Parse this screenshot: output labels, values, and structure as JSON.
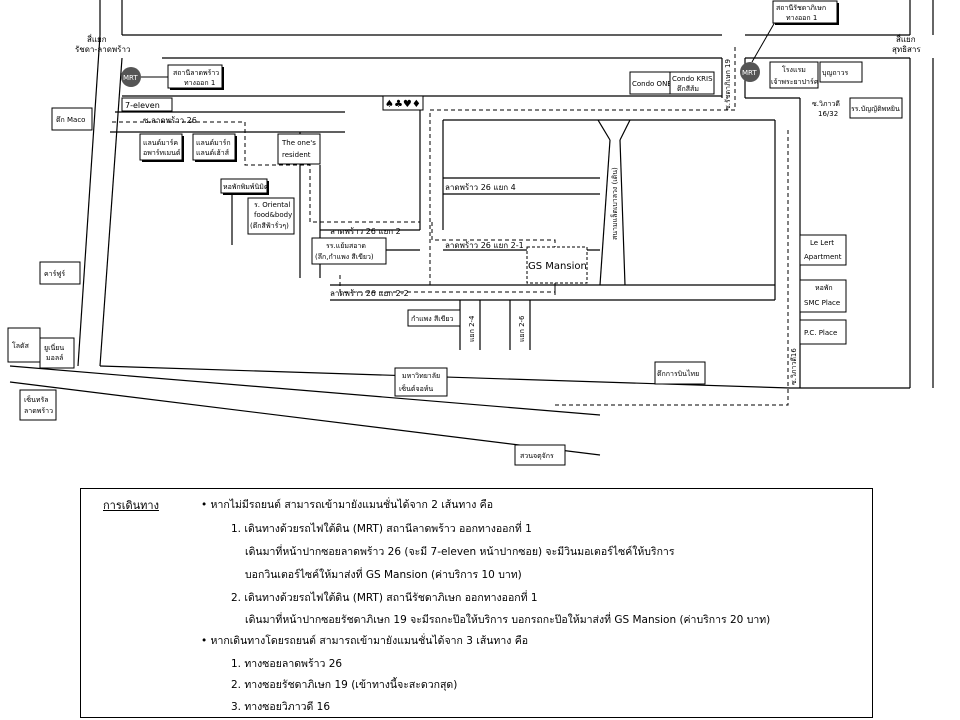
{
  "map": {
    "labels": {
      "junction_left": [
        "สี่แยก",
        "รัชดา-ลาดพร้าว"
      ],
      "junction_right": [
        "สี่แยก",
        "สุทธิสาร"
      ],
      "mrt": "MRT",
      "station_ladprao": [
        "สถานีลาดพร้าว",
        "ทางออก 1"
      ],
      "station_ratchada": [
        "สถานีรัชดาภิเษก",
        "ทางออก 1"
      ],
      "seven_eleven": "7-eleven",
      "soi_ladprao26": "ซ.ลาดพร้าว 26",
      "tuk_maco": "ตึก Maco",
      "carefour": "คาร์ฟูร์",
      "lotus": "โลตัส",
      "union_mall": [
        "ยูเนี่ยน",
        "มอลล์"
      ],
      "central": [
        "เซ็นทรัล",
        "ลาดพร้าว"
      ],
      "bank1": [
        "แลนด์มาร์ค",
        "อพาร์ทเมนต์"
      ],
      "bank2": [
        "แลนด์มาร์ก",
        "แลนด์เฮ้าส์"
      ],
      "ones_resident": [
        "The one's",
        "resident"
      ],
      "dorm": "หอพักพิมพ์นิมิต",
      "oriental": [
        "ร. Oriental",
        "food&body",
        "(ตึกสีฟ้ารั่วๆ)"
      ],
      "soi26_4": "ลาดพร้าว 26 แยก 4",
      "soi26_2": "ลาดพร้าว 26 แยก 2",
      "soi26_2_1": "ลาดพร้าว 26 แยก 2-1",
      "soi26_2_2": "ลาดพร้าว 26 แยก 2-2",
      "school": [
        "รร.แย้มสอาด",
        "(ลึก,กำแพง สีเขียว)"
      ],
      "gs_mansion": "GS Mansion",
      "kamphaeng": "กำแพง สีเขียว",
      "soi2_4": "แยก 2-4",
      "soi2_6": "แยก 2-6",
      "condo_one": "Condo ONE",
      "condo_kris": [
        "Condo KRIS",
        "ตึกสีส้ม"
      ],
      "ratchada19": "ซ.รัชดาภิเษก 19",
      "vacant_land": "สนามแล็ตเบาลวง (เดิน)",
      "hotel": [
        "โรงแรม",
        "เจ้าพระยาปาร์ค"
      ],
      "bunyavat": "บุญถาวร",
      "vibhavadi": [
        "ซ.วิภาวดี",
        "16/32"
      ],
      "school2": "รร.บัญญัติพหยิน",
      "le_lert": [
        "Le Lert",
        "Apartment"
      ],
      "smc": [
        "หอพัก",
        "SMC Place"
      ],
      "pc_place": "P.C. Place",
      "vibhavadi16": "ซ.วิภาวดี16",
      "university": [
        "มหาวิทยาลัย",
        "เซ็นต์จอห์น"
      ],
      "thai_cardboard": "ตึกการบินไทย",
      "suan_chatuchak": "สวนจตุจักร",
      "card_suits": "♠♣♥♦"
    }
  },
  "legend": {
    "title": "การเดินทาง",
    "lines": [
      "•  หากไม่มีรถยนต์ สามารถเข้ามายังแมนชั่นได้จาก 2 เส้นทาง คือ",
      "1. เดินทางด้วยรถไฟใต้ดิน (MRT)  สถานีลาดพร้าว ออกทางออกที่ 1",
      "เดินมาที่หน้าปากซอยลาดพร้าว 26 (จะมี 7-eleven หน้าปากซอย) จะมีวินมอเตอร์ไซค์ให้บริการ",
      "บอกวินเตอร์ไซค์ให้มาส่งที่ GS Mansion (ค่าบริการ 10 บาท)",
      "2. เดินทางด้วยรถไฟใต้ดิน (MRT)  สถานีรัชดาภิเษก ออกทางออกที่ 1",
      "เดินมาที่หน้าปากซอยรัชดาภิเษก 19 จะมีรถกะป๊อให้บริการ บอกรถกะป๊อให้มาส่งที่ GS Mansion (ค่าบริการ 20 บาท)",
      "•  หากเดินทางโดยรถยนต์ สามารถเข้ามายังแมนชั่นได้จาก 3 เส้นทาง คือ",
      "1. ทางซอยลาดพร้าว 26",
      "2. ทางซอยรัชดาภิเษก 19 (เข้าทางนี้จะสะดวกสุด)",
      "3. ทางซอยวิภาวดี 16"
    ]
  }
}
